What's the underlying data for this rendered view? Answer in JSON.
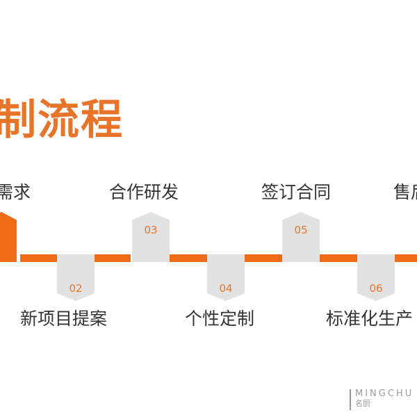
{
  "title": "制流程",
  "steps": [
    {
      "label": "需求"
    },
    {
      "num": "02",
      "label": "新项目提案"
    },
    {
      "num": "03",
      "label": "合作研发"
    },
    {
      "num": "04",
      "label": "个性定制"
    },
    {
      "num": "05",
      "label": "签订合同"
    },
    {
      "num": "06",
      "label": "标准化生产"
    },
    {
      "label": "售后"
    }
  ],
  "watermark": {
    "en": "MINGCHU",
    "cn": "名厨"
  },
  "colors": {
    "accent": "#ee6a16",
    "tab": "#e2e2e2",
    "text": "#333333"
  }
}
